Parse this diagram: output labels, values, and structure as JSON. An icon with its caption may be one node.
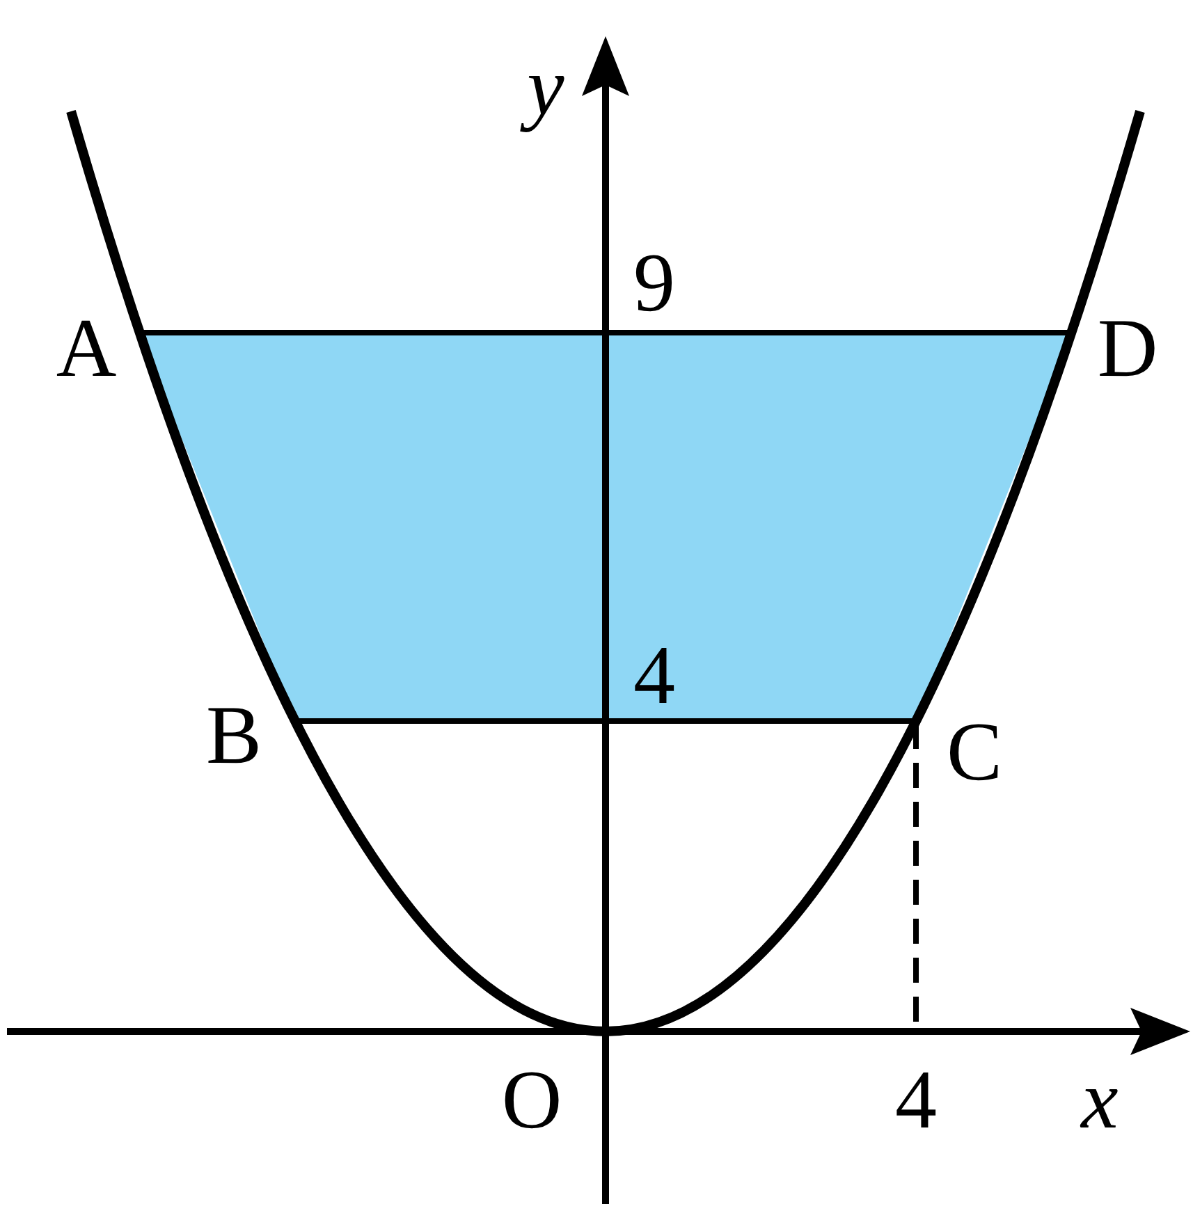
{
  "diagram": {
    "labels": [
      "y",
      "9",
      "A",
      "D",
      "4",
      "B",
      "C",
      "O",
      "4",
      "x"
    ]
  }
}
